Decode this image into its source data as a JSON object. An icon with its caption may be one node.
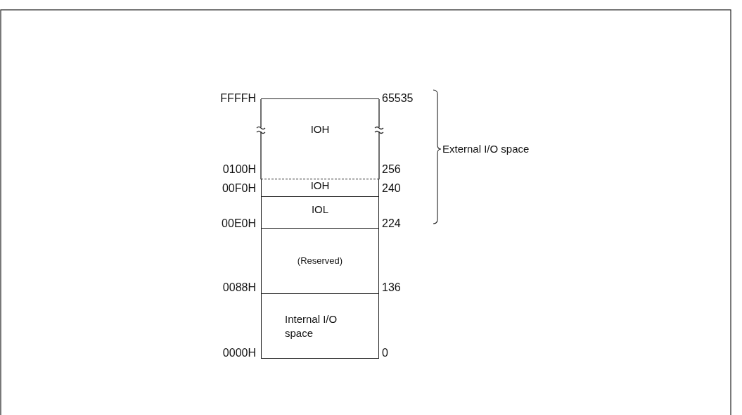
{
  "diagram": {
    "nodes": [
      {
        "text": [
          "IOH"
        ]
      },
      {
        "text": [
          "IOH"
        ]
      },
      {
        "text": [
          "IOL"
        ]
      },
      {
        "text": [
          "(Reserved)"
        ]
      },
      {
        "text": [
          "Internal I/O space"
        ]
      }
    ],
    "labels": [
      "FFFFH",
      "65535",
      "External I/O space",
      "0100H",
      "256",
      "00F0H",
      "240",
      "00E0H",
      "224",
      "0088H",
      "136",
      "0000H",
      "0"
    ]
  }
}
